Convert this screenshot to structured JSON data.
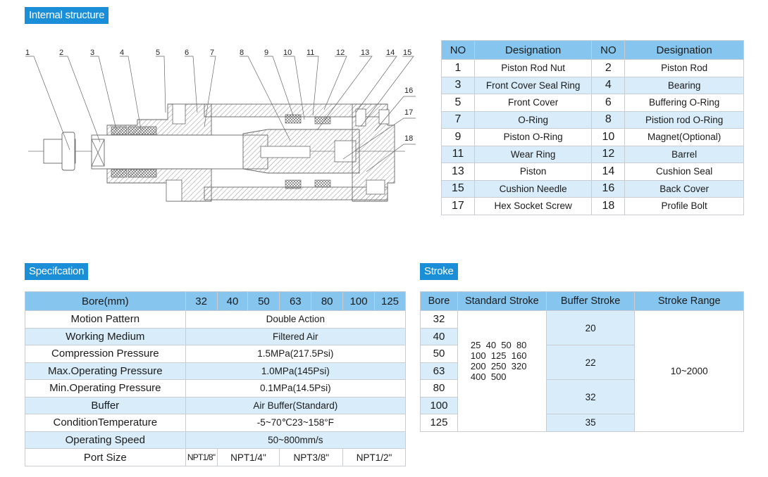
{
  "sections": {
    "internal_structure": "Internal structure",
    "specification": "Specifcation",
    "stroke": "Stroke"
  },
  "diagram": {
    "callouts": [
      "1",
      "2",
      "3",
      "4",
      "5",
      "6",
      "7",
      "8",
      "9",
      "10",
      "11",
      "12",
      "13",
      "14",
      "15",
      "16",
      "17",
      "18"
    ]
  },
  "parts_table": {
    "headers": [
      "NO",
      "Designation",
      "NO",
      "Designation"
    ],
    "rows": [
      {
        "no1": "1",
        "name1": "Piston Rod Nut",
        "no2": "2",
        "name2": "Piston Rod"
      },
      {
        "no1": "3",
        "name1": "Front Cover Seal Ring",
        "no2": "4",
        "name2": "Bearing"
      },
      {
        "no1": "5",
        "name1": "Front Cover",
        "no2": "6",
        "name2": "Buffering O-Ring"
      },
      {
        "no1": "7",
        "name1": "O-Ring",
        "no2": "8",
        "name2": "Pistion rod O-Ring"
      },
      {
        "no1": "9",
        "name1": "Piston O-Ring",
        "no2": "10",
        "name2": "Magnet(Optional)"
      },
      {
        "no1": "11",
        "name1": "Wear Ring",
        "no2": "12",
        "name2": "Barrel"
      },
      {
        "no1": "13",
        "name1": "Piston",
        "no2": "14",
        "name2": "Cushion Seal"
      },
      {
        "no1": "15",
        "name1": "Cushion Needle",
        "no2": "16",
        "name2": "Back Cover"
      },
      {
        "no1": "17",
        "name1": "Hex Socket Screw",
        "no2": "18",
        "name2": "Profile Bolt"
      }
    ]
  },
  "spec_table": {
    "header_label": "Bore(mm)",
    "bores": [
      "32",
      "40",
      "50",
      "63",
      "80",
      "100",
      "125"
    ],
    "rows": [
      {
        "label": "Motion Pattern",
        "value": "Double Action"
      },
      {
        "label": "Working Medium",
        "value": "Filtered Air"
      },
      {
        "label": "Compression Pressure",
        "value": "1.5MPa(217.5Psi)"
      },
      {
        "label": "Max.Operating Pressure",
        "value": "1.0MPa(145Psi)"
      },
      {
        "label": "Min.Operating Pressure",
        "value": "0.1MPa(14.5Psi)"
      },
      {
        "label": "Buffer",
        "value": "Air Buffer(Standard)"
      },
      {
        "label": "ConditionTemperature",
        "value": "-5~70℃23~158°F"
      },
      {
        "label": "Operating Speed",
        "value": "50~800mm/s"
      }
    ],
    "port_size": {
      "label": "Port Size",
      "values": [
        "NPT1/8\"",
        "NPT1/4\"",
        "NPT3/8\"",
        "NPT1/2\""
      ]
    }
  },
  "stroke_table": {
    "headers": [
      "Bore",
      "Standard Stroke",
      "Buffer Stroke",
      "Stroke Range"
    ],
    "bores": [
      "32",
      "40",
      "50",
      "63",
      "80",
      "100",
      "125"
    ],
    "standard_stroke_lines": [
      "25  40  50  80",
      "100  125  160",
      "200  250  320",
      "400  500"
    ],
    "buffer_strokes": [
      "20",
      "22",
      "32",
      "35"
    ],
    "stroke_range": "10~2000"
  }
}
